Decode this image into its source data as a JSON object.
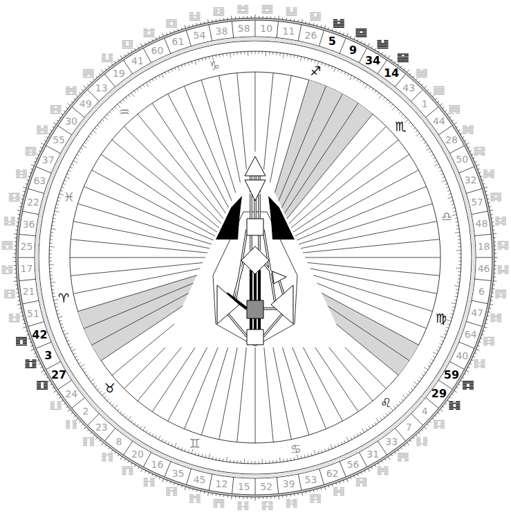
{
  "diagram": {
    "labels": [
      "10",
      "11",
      "26",
      "5",
      "9",
      "34",
      "14",
      "43",
      "1",
      "44",
      "28",
      "50",
      "32",
      "57",
      "48",
      "18",
      "46",
      "6",
      "47",
      "64",
      "40",
      "59",
      "29",
      "4",
      "7",
      "33",
      "31",
      "56",
      "62",
      "53",
      "39",
      "52",
      "15",
      "12",
      "45",
      "35",
      "16",
      "20",
      "8",
      "23",
      "2",
      "24",
      "27",
      "3",
      "42",
      "51",
      "21",
      "17",
      "25",
      "36",
      "22",
      "63",
      "37",
      "55",
      "30",
      "49",
      "13",
      "19",
      "41",
      "60",
      "61",
      "54",
      "38",
      "58",
      "♑",
      "♐",
      "♏",
      "♎",
      "♍",
      "♌",
      "♋",
      "♊",
      "♉",
      "♈",
      "♓",
      "♒"
    ]
  }
}
